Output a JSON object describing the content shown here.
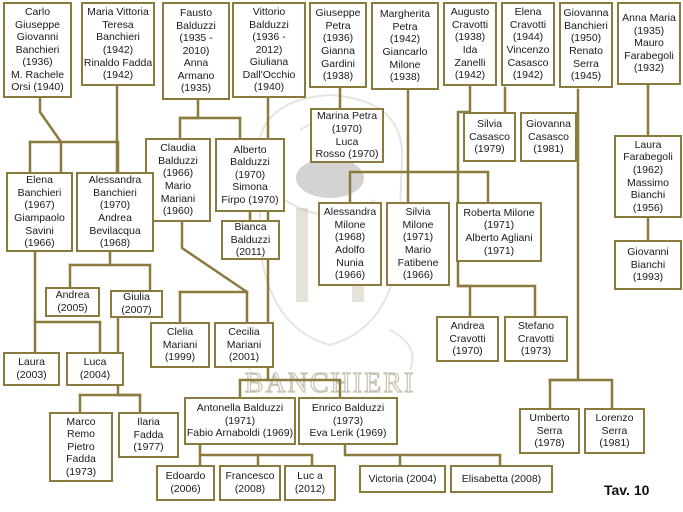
{
  "watermark_text": "BANCHIERI",
  "plate_label": "Tav. 10",
  "colors": {
    "box_border": "#8b7a3e",
    "line": "#8b7a3e",
    "text": "#1a1a1a",
    "watermark": "#c9c2b0"
  },
  "people": [
    {
      "id": "p1",
      "lines": [
        "Carlo",
        "Giuseppe",
        "Giovanni",
        "Banchieri",
        "(1936)",
        "M. Rachele",
        "Orsi (1940)"
      ]
    },
    {
      "id": "p2",
      "lines": [
        "Maria Vittoria",
        "Teresa",
        "Banchieri",
        "(1942)",
        "Rinaldo Fadda",
        "(1942)"
      ]
    },
    {
      "id": "p3",
      "lines": [
        "Fausto",
        "Balduzzi",
        "(1935 -",
        "2010)",
        "Anna",
        "Armano",
        "(1935)"
      ]
    },
    {
      "id": "p4",
      "lines": [
        "Vittorio",
        "Balduzzi",
        "(1936 -",
        "2012)",
        "Giuliana",
        "Dall'Occhio",
        "(1940)"
      ]
    },
    {
      "id": "p5",
      "lines": [
        "Giuseppe",
        "Petra",
        "(1936)",
        "Gianna",
        "Gardini",
        "(1938)"
      ]
    },
    {
      "id": "p6",
      "lines": [
        "Margherita",
        "Petra",
        "(1942)",
        "Giancarlo",
        "Milone",
        "(1938)"
      ]
    },
    {
      "id": "p7",
      "lines": [
        "Augusto",
        "Cravotti",
        "(1938)",
        "Ida",
        "Zanelli",
        "(1942)"
      ]
    },
    {
      "id": "p8",
      "lines": [
        "Elena",
        "Cravotti",
        "(1944)",
        "Vincenzo",
        "Casasco",
        "(1942)"
      ]
    },
    {
      "id": "p9",
      "lines": [
        "Giovanna",
        "Banchieri",
        "(1950)",
        "Renato",
        "Serra",
        "(1945)"
      ]
    },
    {
      "id": "p10",
      "lines": [
        "Anna Maria",
        "(1935)",
        "Mauro",
        "Farabegoli",
        "(1932)"
      ]
    },
    {
      "id": "p11",
      "lines": [
        "Marina Petra",
        "(1970)",
        "Luca",
        "Rosso (1970)"
      ]
    },
    {
      "id": "p12",
      "lines": [
        "Silvia",
        "Casasco",
        "(1979)"
      ]
    },
    {
      "id": "p13",
      "lines": [
        "Giovanna",
        "Casasco",
        "(1981)"
      ]
    },
    {
      "id": "p14",
      "lines": [
        "Claudia",
        "Balduzzi",
        "(1966)",
        "Mario",
        "Mariani",
        "(1960)"
      ]
    },
    {
      "id": "p15",
      "lines": [
        "Alberto",
        "Balduzzi",
        "(1970)",
        "Simona",
        "Firpo (1970)"
      ]
    },
    {
      "id": "p16",
      "lines": [
        "Laura",
        "Farabegoli",
        "(1962)",
        "Massimo",
        "Bianchi",
        "(1956)"
      ]
    },
    {
      "id": "p17",
      "lines": [
        "Elena",
        "Banchieri",
        "(1967)",
        "Giampaolo",
        "Savini",
        "(1966)"
      ]
    },
    {
      "id": "p18",
      "lines": [
        "Alessandra",
        "Banchieri",
        "(1970)",
        "Andrea",
        "Bevilacqua",
        "(1968)"
      ]
    },
    {
      "id": "p19",
      "lines": [
        "Bianca",
        "Balduzzi",
        "(2011)"
      ]
    },
    {
      "id": "p20",
      "lines": [
        "Alessandra",
        "Milone",
        "(1968)",
        "Adolfo",
        "Nunia",
        "(1966)"
      ]
    },
    {
      "id": "p21",
      "lines": [
        "Silvia",
        "Milone",
        "(1971)",
        "Mario",
        "Fatibene",
        "(1966)"
      ]
    },
    {
      "id": "p22",
      "lines": [
        "Roberta Milone",
        "(1971)",
        "Alberto Agliani",
        "(1971)"
      ]
    },
    {
      "id": "p23",
      "lines": [
        "Giovanni",
        "Bianchi",
        "(1993)"
      ]
    },
    {
      "id": "p24",
      "lines": [
        "Andrea",
        "(2005)"
      ]
    },
    {
      "id": "p25",
      "lines": [
        "Giulia",
        "(2007)"
      ]
    },
    {
      "id": "p26",
      "lines": [
        "Clelia",
        "Mariani",
        "(1999)"
      ]
    },
    {
      "id": "p27",
      "lines": [
        "Cecilia",
        "Mariani",
        "(2001)"
      ]
    },
    {
      "id": "p28",
      "lines": [
        "Andrea",
        "Cravotti",
        "(1970)"
      ]
    },
    {
      "id": "p29",
      "lines": [
        "Stefano",
        "Cravotti",
        "(1973)"
      ]
    },
    {
      "id": "p30",
      "lines": [
        "Laura",
        "(2003)"
      ]
    },
    {
      "id": "p31",
      "lines": [
        "Luca",
        "(2004)"
      ]
    },
    {
      "id": "p32",
      "lines": [
        "Antonella Balduzzi",
        "(1971)",
        "Fabio Arnaboldi (1969)"
      ]
    },
    {
      "id": "p33",
      "lines": [
        "Enrico Balduzzi",
        "(1973)",
        "Eva Lerik (1969)"
      ]
    },
    {
      "id": "p34",
      "lines": [
        "Marco",
        "Remo",
        "Pietro",
        "Fadda",
        "(1973)"
      ]
    },
    {
      "id": "p35",
      "lines": [
        "Ilaria",
        "Fadda",
        "(1977)"
      ]
    },
    {
      "id": "p36",
      "lines": [
        "Umberto",
        "Serra",
        "(1978)"
      ]
    },
    {
      "id": "p37",
      "lines": [
        "Lorenzo",
        "Serra",
        "(1981)"
      ]
    },
    {
      "id": "p38",
      "lines": [
        "Edoardo",
        "(2006)"
      ]
    },
    {
      "id": "p39",
      "lines": [
        "Francesco",
        "(2008)"
      ]
    },
    {
      "id": "p40",
      "lines": [
        "Luc a",
        "(2012)"
      ]
    },
    {
      "id": "p41",
      "lines": [
        "Victoria (2004)"
      ]
    },
    {
      "id": "p42",
      "lines": [
        "Elisabetta (2008)"
      ]
    }
  ]
}
